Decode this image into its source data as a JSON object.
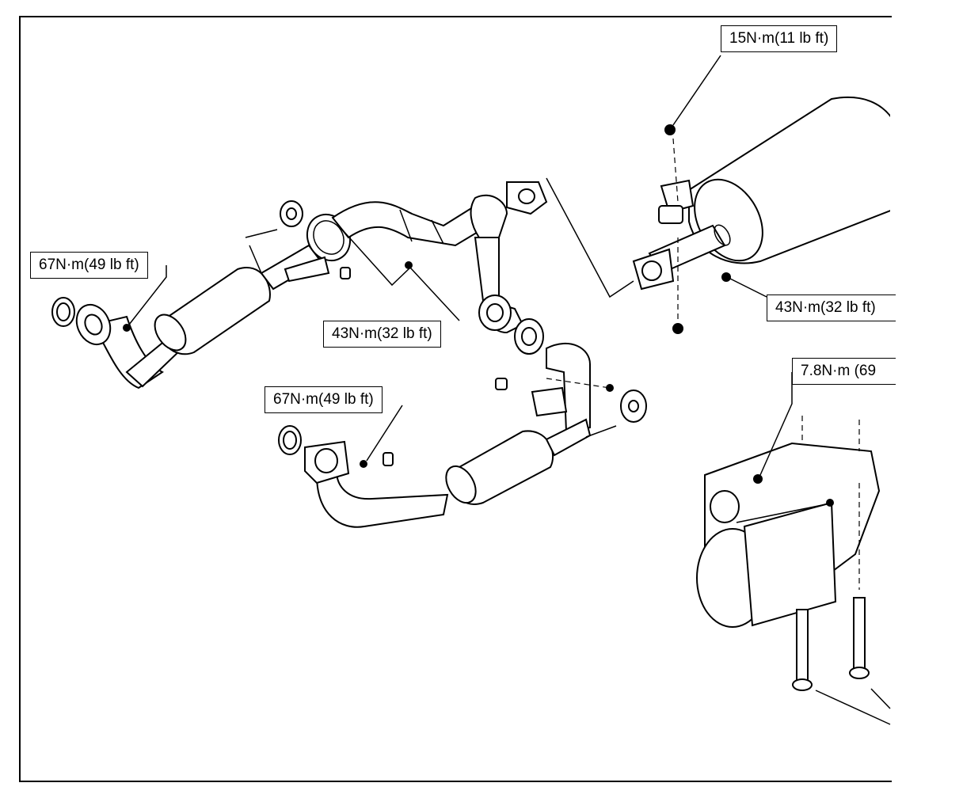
{
  "callouts": {
    "upper_right_nut": "15N·m(11 lb ft)",
    "left_flange": "67N·m(49 lb ft)",
    "center_pipe_nut": "43N·m(32 lb ft)",
    "lower_flange": "67N·m(49 lb ft)",
    "right_bracket_nut": "43N·m(32 lb ft)",
    "starter_bolt": "7.8N·m (69"
  }
}
